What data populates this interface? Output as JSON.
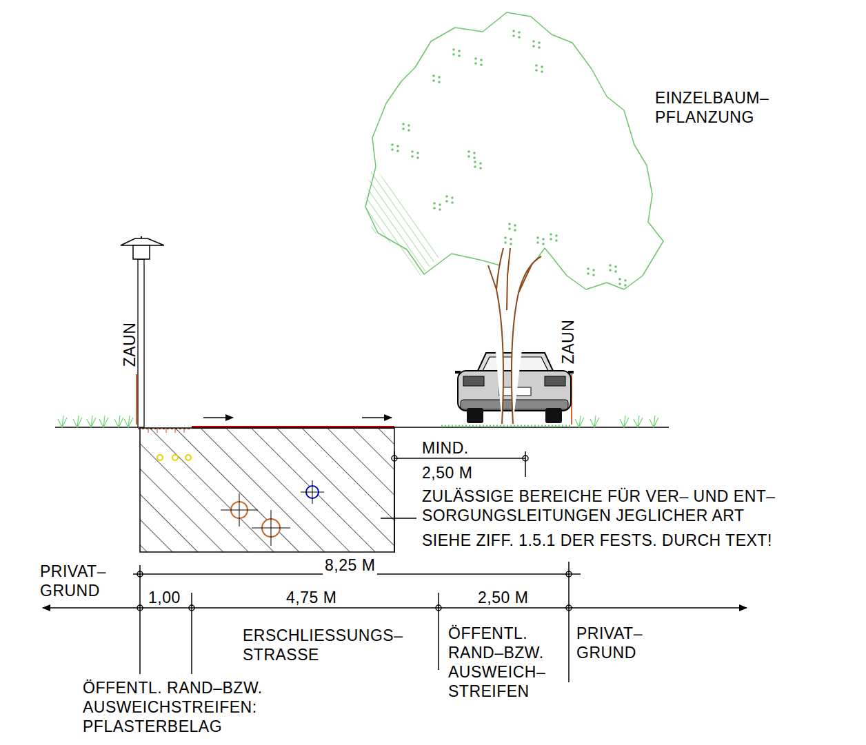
{
  "diagram": {
    "labels": [
      "EINZELBAUM– PFLANZUNG",
      "ZAUN",
      "ZAUN",
      "MIND.",
      "2,50 M",
      "ZULÄSSIGE BEREICHE FÜR VER– UND ENT– SORGUNGSLEITUNGEN JEGLICHER ART",
      "SIEHE ZIFF. 1.5.1 DER FESTS. DURCH TEXT!",
      "8,25 M",
      "PRIVAT– GRUND",
      "1,00",
      "4,75 M",
      "2,50 M",
      "ERSCHLIESSUNGS– STRASSE",
      "ÖFFENTL. RAND–BZW. AUSWEICH– STREIFEN",
      "PRIVAT– GRUND",
      "ÖFFENTL. RAND–BZW. AUSWEICHSTREIFEN: PFLASTERBELAG"
    ]
  }
}
